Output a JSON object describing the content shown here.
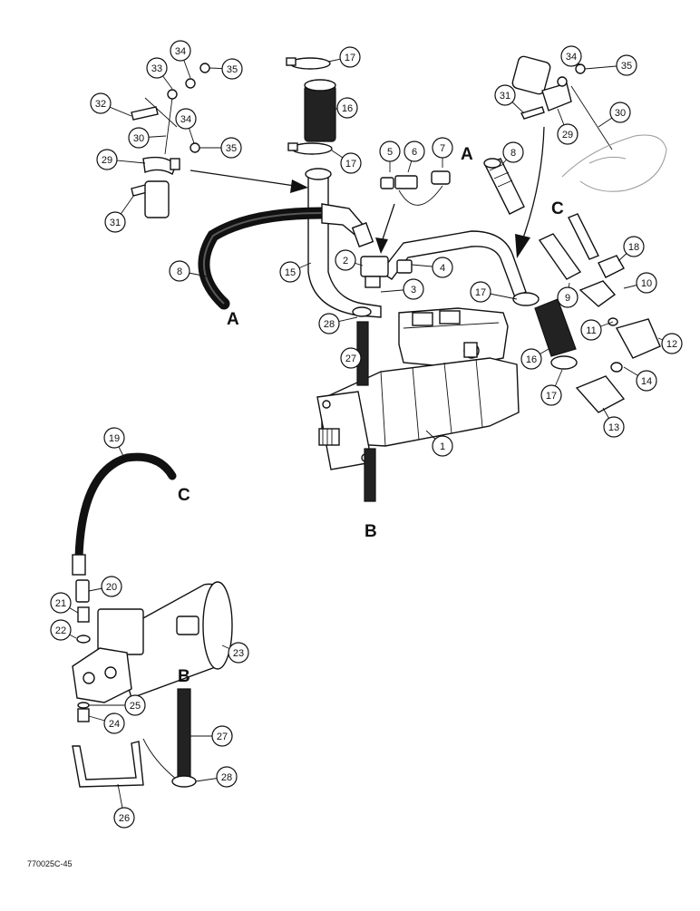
{
  "diagram": {
    "reference_code": "770025C-45",
    "connection_letters": {
      "A": "A",
      "B": "B",
      "C": "C"
    },
    "callouts": [
      "1",
      "2",
      "3",
      "4",
      "5",
      "6",
      "7",
      "8",
      "9",
      "10",
      "11",
      "12",
      "13",
      "14",
      "15",
      "16",
      "17",
      "18",
      "19",
      "20",
      "21",
      "22",
      "23",
      "24",
      "25",
      "26",
      "27",
      "28",
      "29",
      "30",
      "31",
      "32",
      "33",
      "34",
      "35"
    ]
  }
}
